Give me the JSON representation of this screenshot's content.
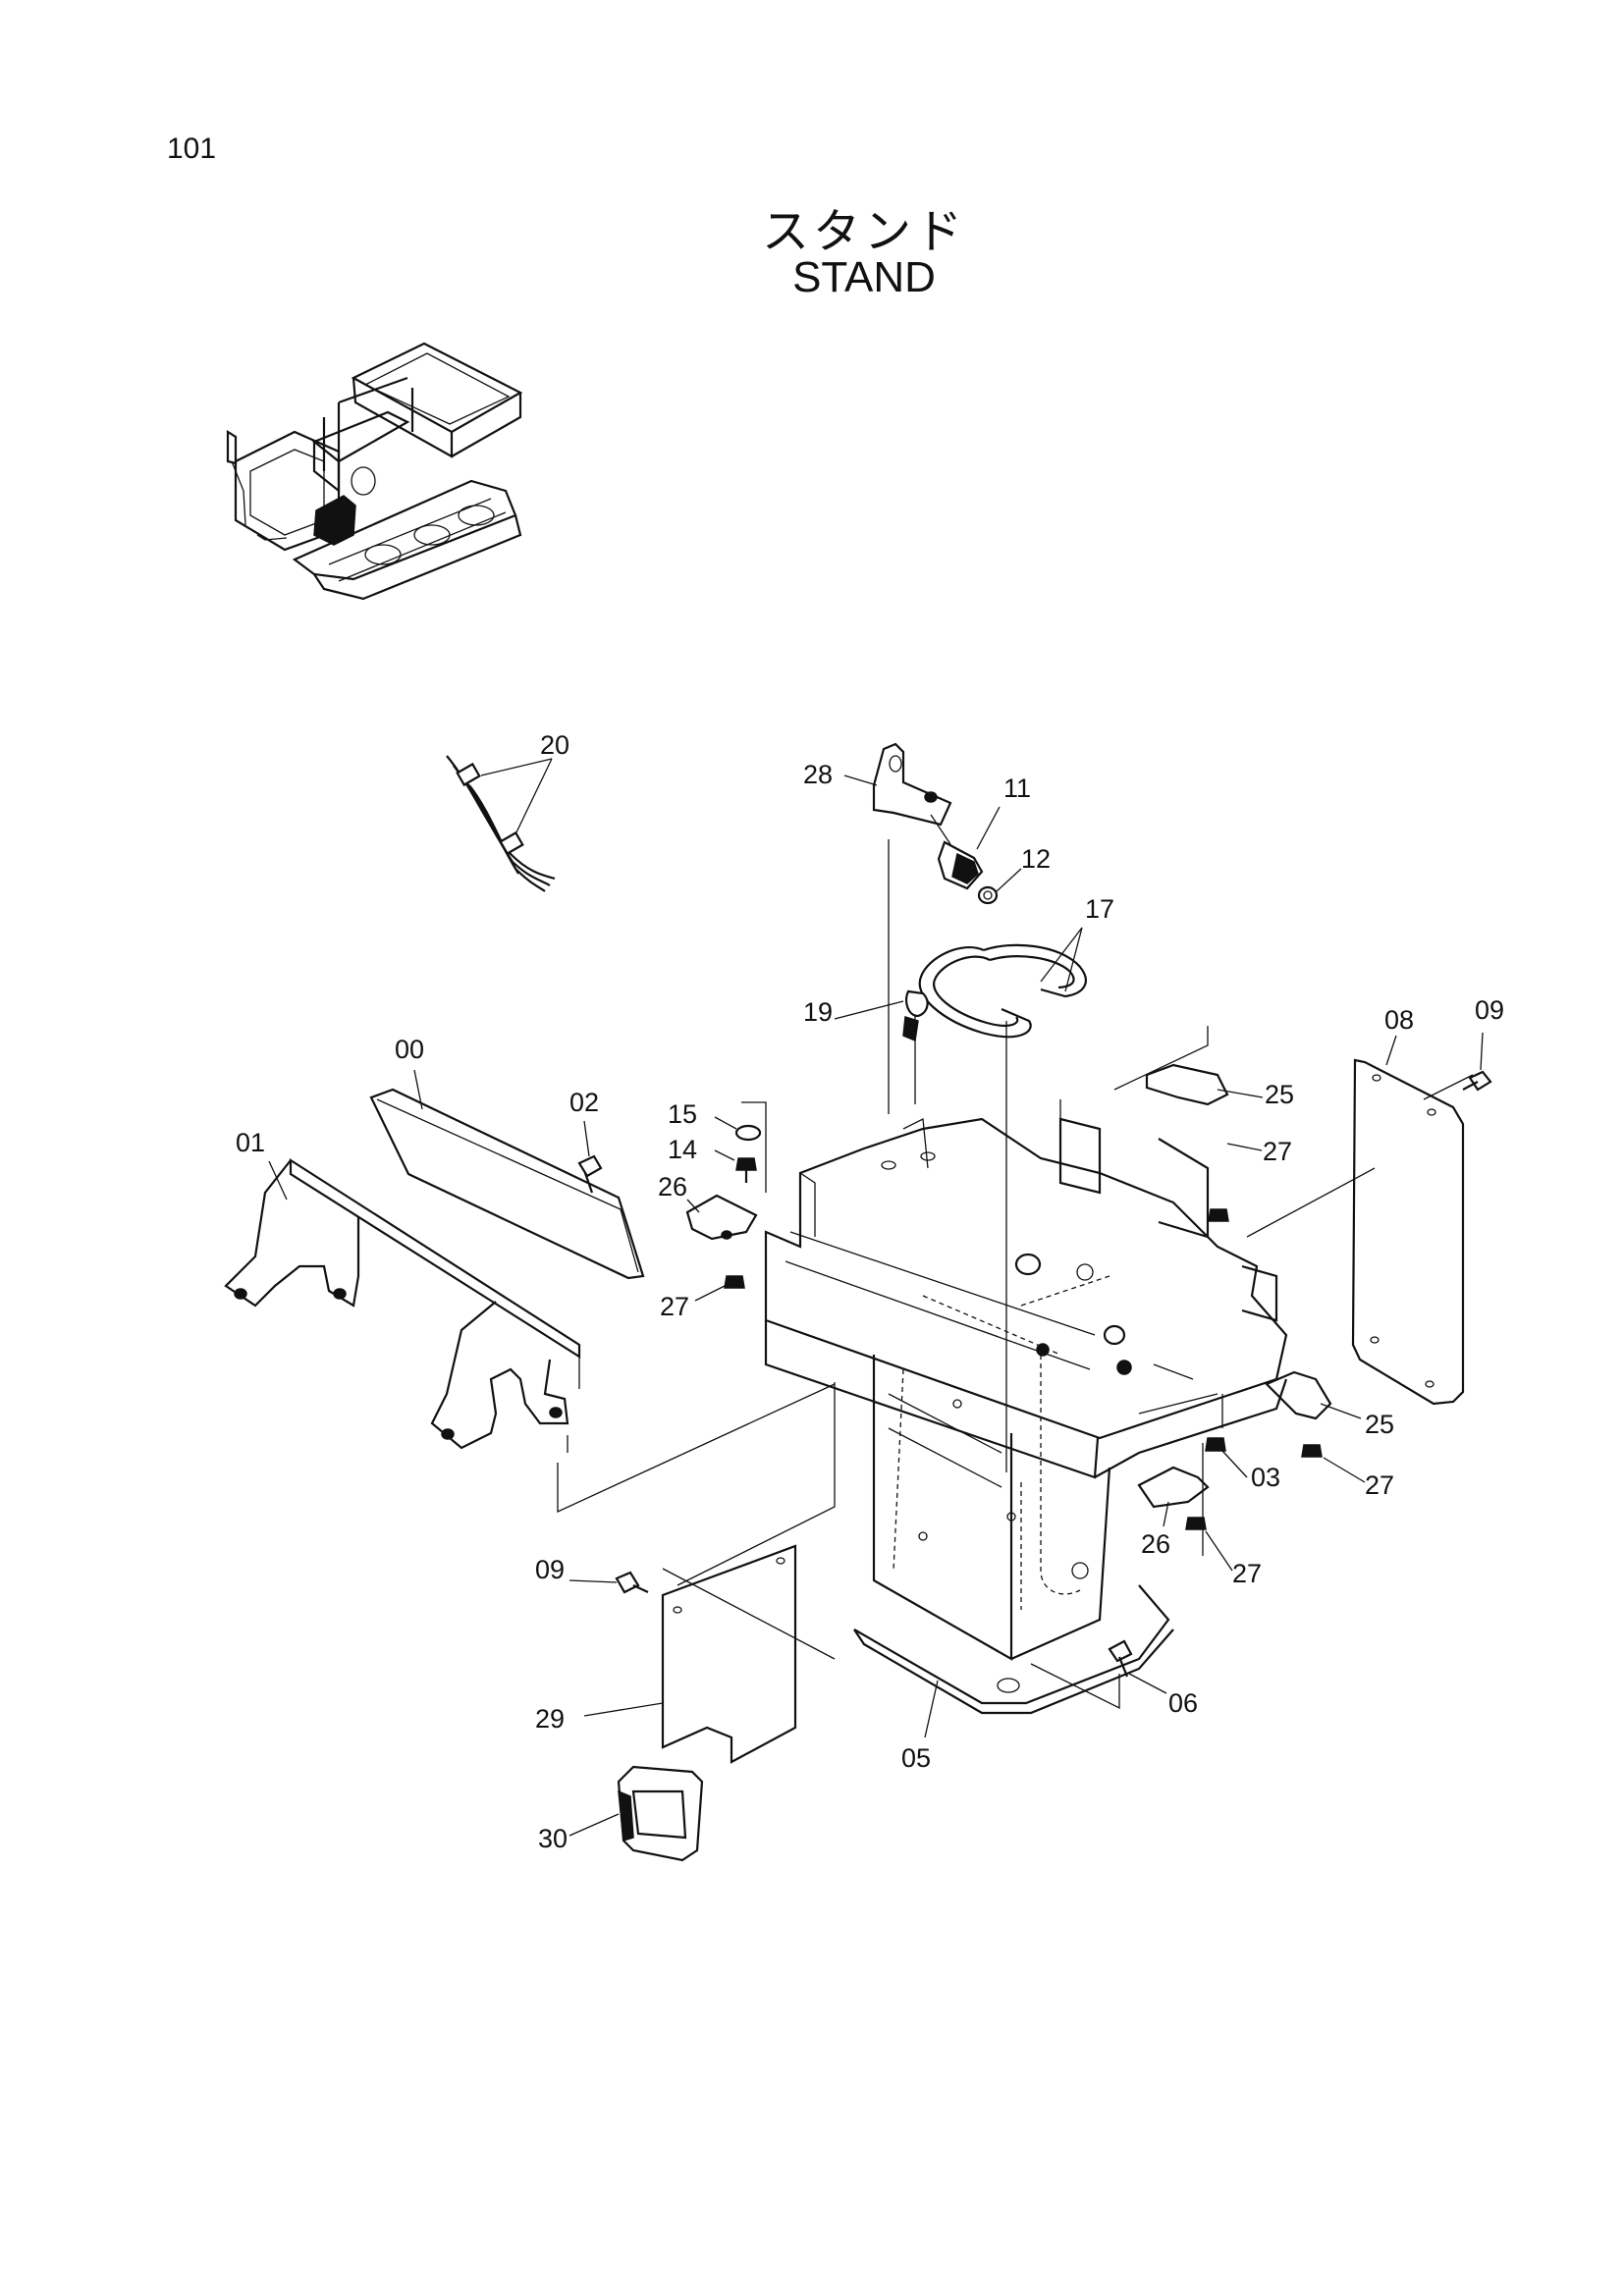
{
  "page": {
    "number": "101"
  },
  "title": {
    "japanese": "スタンド",
    "english": "STAND"
  },
  "callouts": {
    "c00": "00",
    "c01": "01",
    "c02": "02",
    "c03": "03",
    "c05": "05",
    "c06": "06",
    "c08": "08",
    "c09a": "09",
    "c09b": "09",
    "c11": "11",
    "c12": "12",
    "c14": "14",
    "c15": "15",
    "c17": "17",
    "c19": "19",
    "c20": "20",
    "c25a": "25",
    "c25b": "25",
    "c26a": "26",
    "c26b": "26",
    "c27a": "27",
    "c27b": "27",
    "c27c": "27",
    "c27d": "27",
    "c28": "28",
    "c29": "29",
    "c30": "30"
  }
}
